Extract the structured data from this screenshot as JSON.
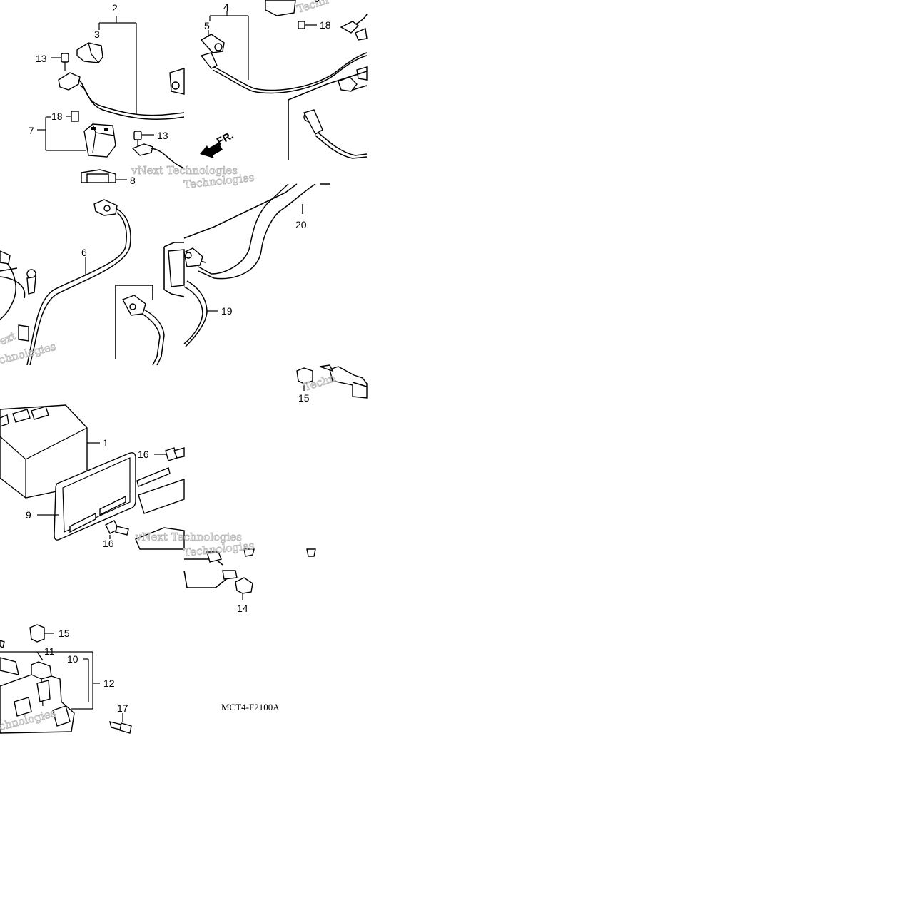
{
  "drawing_code": "MCT4-F2100A",
  "direction_marker": "FR.",
  "watermark": {
    "line1": "vNext Technologies",
    "line2": "Technologies",
    "line3": "Techn",
    "line4": "ext",
    "line5": "chnologies"
  },
  "callouts": {
    "c1": "1",
    "c2": "2",
    "c3": "3",
    "c4": "4",
    "c5": "5",
    "c6": "6",
    "c6top": "6",
    "c7": "7",
    "c8": "8",
    "c9": "9",
    "c10": "10",
    "c11": "11",
    "c12": "12",
    "c13a": "13",
    "c13b": "13",
    "c14": "14",
    "c15a": "15",
    "c15b": "15",
    "c16a": "16",
    "c16b": "16",
    "c17": "17",
    "c18a": "18",
    "c18b": "18",
    "c19": "19",
    "c20": "20"
  }
}
